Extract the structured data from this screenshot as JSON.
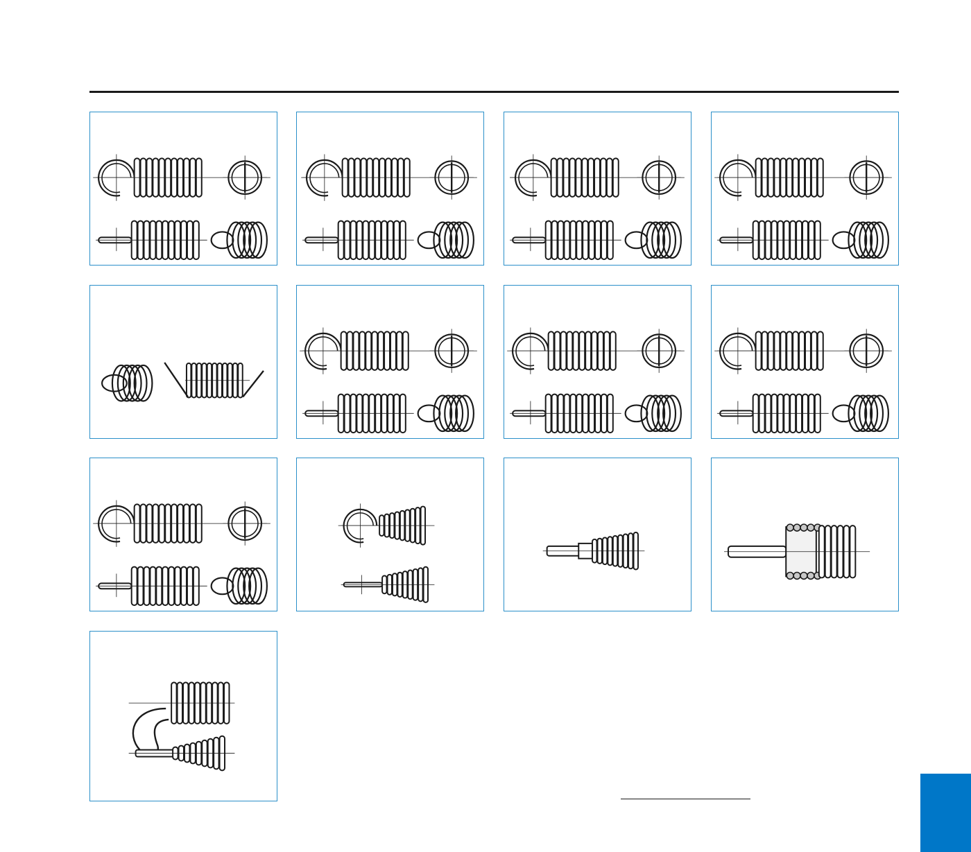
{
  "colors": {
    "panel_border": "#2a8fc9",
    "ink": "#1a1a1a",
    "tab": "#0077c8"
  },
  "panels": [
    {
      "id": "full-loop-crossover",
      "kind": "loop"
    },
    {
      "id": "full-loop-side",
      "kind": "loop"
    },
    {
      "id": "double-loop",
      "kind": "loop"
    },
    {
      "id": "raised-loop",
      "kind": "loop"
    },
    {
      "id": "bent-ends",
      "kind": "bent"
    },
    {
      "id": "half-loop",
      "kind": "loop"
    },
    {
      "id": "loop-with-pin",
      "kind": "loop"
    },
    {
      "id": "extended-u-loop",
      "kind": "loop"
    },
    {
      "id": "long-u-hook",
      "kind": "loop"
    },
    {
      "id": "tapered-loop",
      "kind": "taper"
    },
    {
      "id": "tapered-plug",
      "kind": "plug"
    },
    {
      "id": "screw-plug-section",
      "kind": "plug"
    },
    {
      "id": "swivel-hook",
      "kind": "hook"
    }
  ]
}
